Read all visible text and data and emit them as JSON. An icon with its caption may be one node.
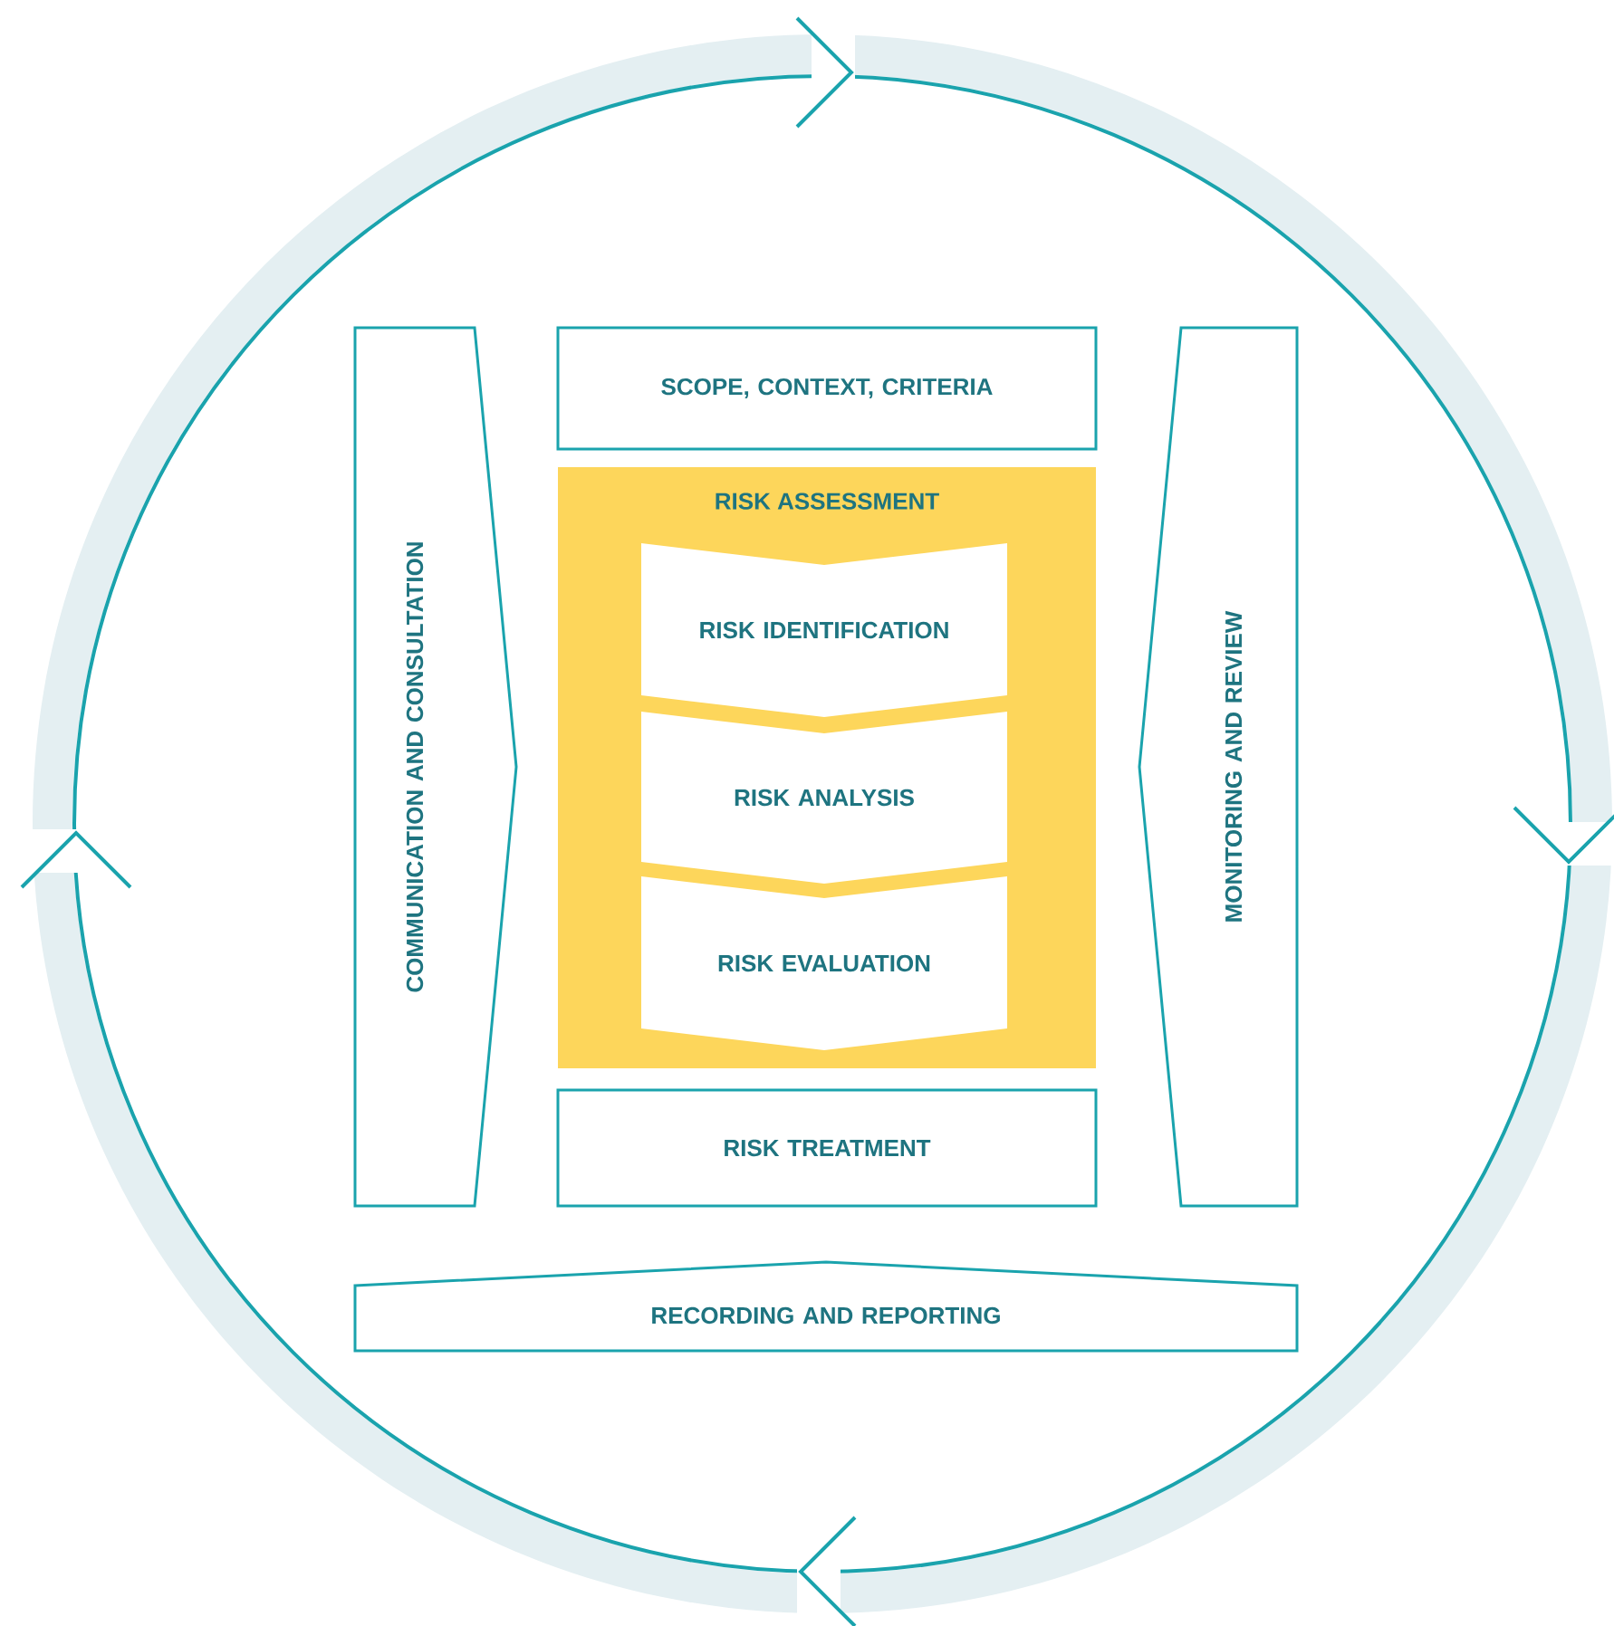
{
  "diagram": {
    "nodes": [
      {
        "text": [
          "SCOPE, CONTEXT, CRITERIA"
        ]
      },
      {
        "text": [
          "RISK ASSESSMENT"
        ]
      },
      {
        "text": [
          "RISK IDENTIFICATION"
        ],
        "in": 1
      },
      {
        "text": [
          "RISK ANALYSIS"
        ],
        "in": 1
      },
      {
        "text": [
          "RISK EVALUATION"
        ],
        "in": 1
      },
      {
        "text": [
          "RISK TREATMENT"
        ]
      },
      {
        "text": [
          "COMMUNICATION AND CONSULTATION"
        ]
      },
      {
        "text": [
          "MONITORING AND REVIEW"
        ]
      },
      {
        "text": [
          "RECORDING AND REPORTING"
        ]
      }
    ]
  }
}
